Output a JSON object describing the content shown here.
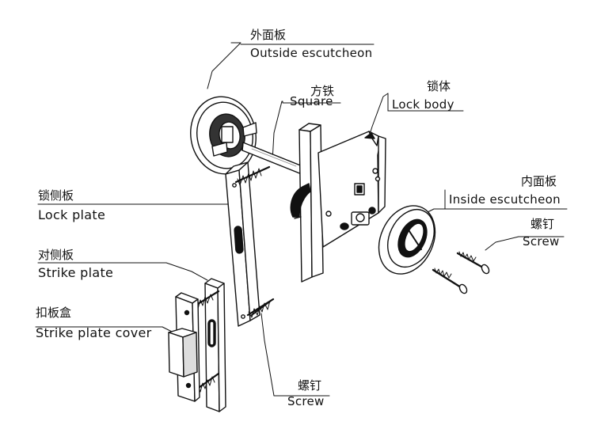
{
  "colors": {
    "ink": "#111111",
    "shade": "#333333",
    "background": "#ffffff"
  },
  "labels": {
    "outside_escutcheon": {
      "zh": "外面板",
      "en": "Outside escutcheon"
    },
    "square": {
      "zh": "方铁",
      "en": "Square"
    },
    "lock_body": {
      "zh": "锁体",
      "en": "Lock body"
    },
    "inside_escutcheon": {
      "zh": "内面板",
      "en": "Inside escutcheon"
    },
    "screw_right": {
      "zh": "螺钉",
      "en": "Screw"
    },
    "lock_plate": {
      "zh": "锁侧板",
      "en": "Lock plate"
    },
    "strike_plate": {
      "zh": "对侧板",
      "en": "Strike plate"
    },
    "strike_plate_cover": {
      "zh": "扣板盒",
      "en": "Strike plate cover"
    },
    "screw_bottom": {
      "zh": "螺钉",
      "en": "Screw"
    }
  }
}
